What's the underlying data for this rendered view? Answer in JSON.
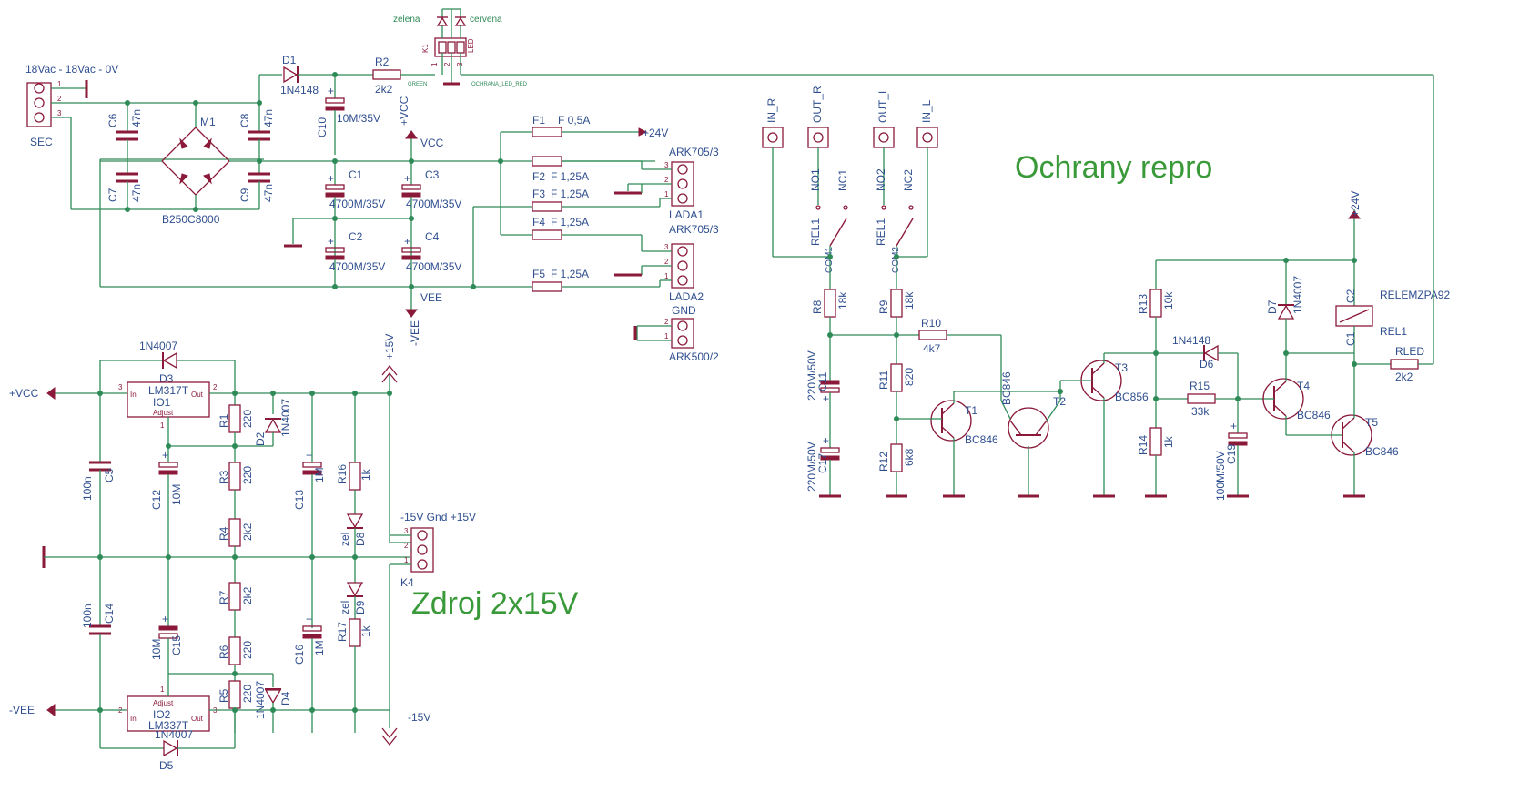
{
  "headings": {
    "protection": "Ochrany repro",
    "supply": "Zdroj 2x15V"
  },
  "top": {
    "transformer_label": "18Vac  -  18Vac  -  0V",
    "sec": "SEC",
    "led_green": "zelena",
    "led_red": "cervena",
    "k1": "K1",
    "led": "LED",
    "green_net": "GREEN",
    "ochrana_net": "OCHRANA_LED_RED",
    "d1": "D1",
    "d1v": "1N4148",
    "r2": "R2",
    "r2v": "2k2",
    "c10": "C10",
    "c10v": "10M/35V",
    "c6": "C6",
    "c7": "C7",
    "c8": "C8",
    "c9": "C9",
    "c47n": "47n",
    "m1": "M1",
    "bridge": "B250C8000",
    "vcc": "VCC",
    "vee": "VEE",
    "pvcc": "+VCC",
    "mvee": "-VEE",
    "c1": "C1",
    "c2": "C2",
    "c3": "C3",
    "c4": "C4",
    "c4700": "4700M/35V",
    "f1": "F1",
    "f1v": "F 0,5A",
    "f2": "F2",
    "f2v": "F 1,25A",
    "f3": "F3",
    "f3v": "F 1,25A",
    "f4": "F4",
    "f4v": "F 1,25A",
    "f5": "F5",
    "f5v": "F 1,25A",
    "p24v": "+24V",
    "ark1": "ARK705/3",
    "lada1": "LADA1",
    "ark2": "ARK705/3",
    "lada2": "LADA2",
    "gnd": "GND",
    "ark500": "ARK500/2",
    "pin1": "1",
    "pin2": "2",
    "pin3": "3"
  },
  "supply": {
    "p15v": "+15V",
    "m15v": "-15V",
    "pvcc": "+VCC",
    "mvee": "-VEE",
    "d3": "D3",
    "d3v": "1N4007",
    "d5": "D5",
    "d5v": "1N4007",
    "io1": "IO1",
    "io1v": "LM317T",
    "io2": "IO2",
    "io2v": "LM337T",
    "in": "In",
    "out": "Out",
    "adjust": "Adjust",
    "c5": "C5",
    "c14": "C14",
    "c100n": "100n",
    "c12": "C12",
    "c15": "C15",
    "c13": "C13",
    "c16": "C16",
    "c10m": "10M",
    "c1m": "1M",
    "r1": "R1",
    "r3": "R3",
    "r4": "R4",
    "r7": "R7",
    "r6": "R6",
    "r5": "R5",
    "v220": "220",
    "v2k2": "2k2",
    "d2": "D2",
    "d4": "D4",
    "d1n4007": "1N4007",
    "r16": "R16",
    "r17": "R17",
    "v1k": "1k",
    "d8": "D8",
    "d9": "D9",
    "zel": "zel",
    "k4": "K4",
    "k4label": "-15V Gnd +15V"
  },
  "protection": {
    "in_r": "IN_R",
    "out_r": "OUT_R",
    "out_l": "OUT_L",
    "in_l": "IN_L",
    "no1": "NO1",
    "nc1": "NC1",
    "no2": "NO2",
    "nc2": "NC2",
    "rel1": "REL1",
    "com1": "COM1",
    "com2": "COM2",
    "r8": "R8",
    "r8v": "18k",
    "r9": "R9",
    "r9v": "18k",
    "r10": "R10",
    "r10v": "4k7",
    "r11": "R11",
    "r11v": "820",
    "r12": "R12",
    "r12v": "6k8",
    "c11": "C11",
    "c11v": "220M/50V",
    "c17": "C17",
    "c17v": "220M/50V",
    "t1": "T1",
    "t1v": "BC846",
    "t2": "T2",
    "t2v": "BC846",
    "t3": "T3",
    "t3v": "BC856",
    "t4": "T4",
    "t4v": "BC846",
    "t5": "T5",
    "t5v": "BC846",
    "r13": "R13",
    "r13v": "10k",
    "r14": "R14",
    "r14v": "1k",
    "r15": "R15",
    "r15v": "33k",
    "d6": "D6",
    "d6v": "1N4148",
    "d7": "D7",
    "d7v": "1N4007",
    "c19": "C19",
    "c19v": "100M/50V",
    "c2": "C2",
    "relem": "RELEMZPA92",
    "c1": "C1",
    "rel1b": "REL1",
    "rled": "RLED",
    "rledv": "2k2",
    "p24v": "+24V"
  }
}
